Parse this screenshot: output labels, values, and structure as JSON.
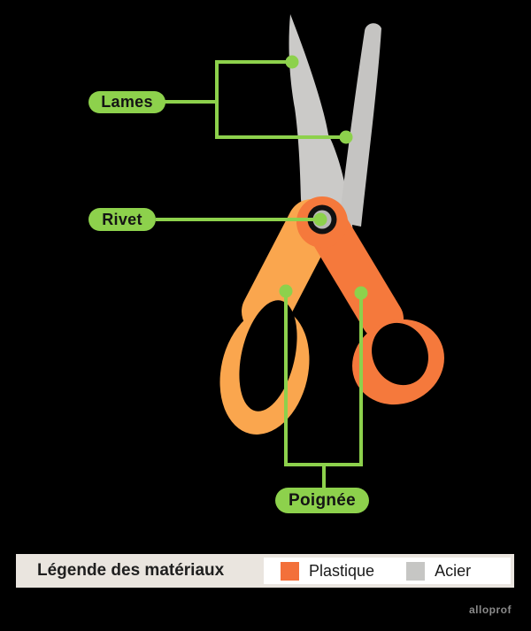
{
  "diagram": {
    "subject": "scissors-materials-diagram",
    "labels": {
      "lames": "Lames",
      "rivet": "Rivet",
      "poignee": "Poignée"
    }
  },
  "legend": {
    "title": "Légende des matériaux",
    "items": [
      {
        "label": "Plastique",
        "color": "#F3703A"
      },
      {
        "label": "Acier",
        "color": "#C6C6C4"
      }
    ]
  },
  "watermark": "alloprof",
  "colors": {
    "background": "#000000",
    "accent_green": "#8DD14C",
    "label_text": "#141414",
    "blade_gray_left": "#CBCAC8",
    "blade_gray_right": "#C5C4C2",
    "handle_light_orange": "#FAA64E",
    "handle_dark_orange": "#F5793C",
    "rivet_ring_black": "#111111",
    "rivet_inner_gray": "#B9B8B6",
    "legend_bar_bg": "#EAE5DF",
    "legend_panel_bg": "#FFFFFF"
  }
}
